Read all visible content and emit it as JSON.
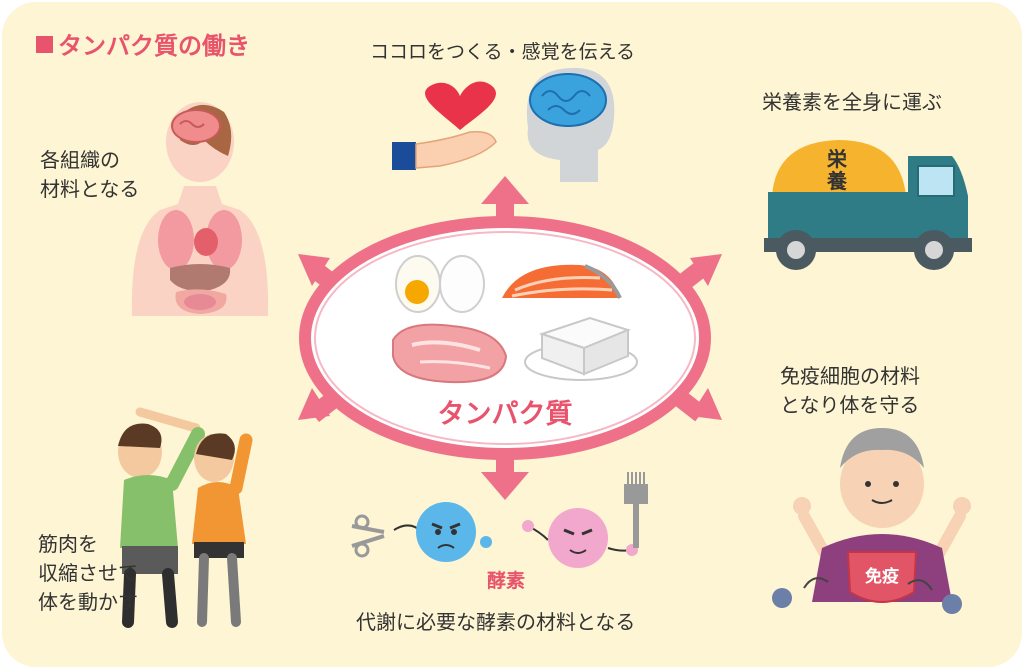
{
  "title": "■タンパク質の働き",
  "center": {
    "label": "タンパク質"
  },
  "roles": {
    "kokoro": "ココロをつくる・感覚を伝える",
    "nutrient": "栄養素を全身に運ぶ",
    "tissue": "各組織の\n材料となる",
    "immune": "免疫細胞の材料\nとなり体を守る",
    "muscle": "筋肉を\n収縮させて\n体を動かす",
    "enzyme": "代謝に必要な酵素の材料となる"
  },
  "enzyme_tag": "酵素",
  "truck_text": "栄\n養",
  "shield_text": "免疫",
  "colors": {
    "accent": "#e8546c",
    "background": "#fdf5d3",
    "text": "#333333"
  }
}
